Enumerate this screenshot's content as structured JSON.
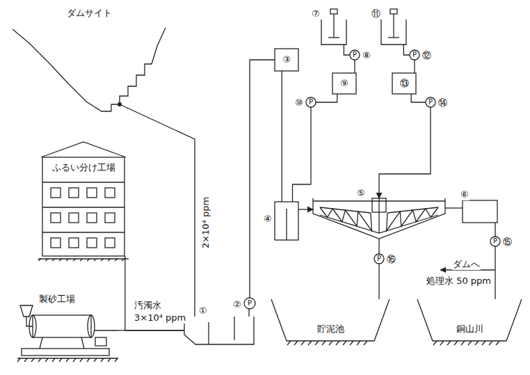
{
  "diagram": {
    "nodes": [
      {
        "text": [
          "ふるい分け工場"
        ]
      },
      {
        "text": [
          "製砂工場"
        ]
      },
      {
        "text": [
          "①"
        ]
      },
      {
        "text": [
          "P",
          "②"
        ]
      },
      {
        "text": [
          "③"
        ]
      },
      {
        "text": [
          "⑦"
        ]
      },
      {
        "text": [
          "P",
          "⑧"
        ]
      },
      {
        "text": [
          "⑨"
        ]
      },
      {
        "text": [
          "P",
          "⑩"
        ]
      },
      {
        "text": [
          "⑪"
        ]
      },
      {
        "text": [
          "P",
          "⑫"
        ]
      },
      {
        "text": [
          "⑬"
        ]
      },
      {
        "text": [
          "P",
          "⑭"
        ]
      },
      {
        "text": [
          "④"
        ]
      },
      {
        "text": [
          "⑤"
        ]
      },
      {
        "text": [
          "⑥"
        ]
      },
      {
        "text": [
          "P",
          "⑮"
        ]
      },
      {
        "text": [
          "P",
          "⑯"
        ]
      },
      {
        "text": [
          "貯泥池"
        ]
      },
      {
        "text": [
          "銅山川"
        ]
      }
    ],
    "edges": [
      {
        "from": 0,
        "to": 2,
        "arrow": "none"
      },
      {
        "from": 1,
        "to": 2,
        "arrow": "none"
      },
      {
        "from": 2,
        "to": 3,
        "arrow": "none"
      },
      {
        "from": 3,
        "to": 4,
        "arrow": "none"
      },
      {
        "from": 4,
        "to": 13,
        "arrow": "none"
      },
      {
        "from": 5,
        "to": 6,
        "arrow": "none"
      },
      {
        "from": 6,
        "to": 7,
        "arrow": "none"
      },
      {
        "from": 7,
        "to": 8,
        "arrow": "none"
      },
      {
        "from": 8,
        "to": 13,
        "arrow": "none"
      },
      {
        "from": 9,
        "to": 10,
        "arrow": "none"
      },
      {
        "from": 10,
        "to": 11,
        "arrow": "none"
      },
      {
        "from": 11,
        "to": 12,
        "arrow": "none"
      },
      {
        "from": 12,
        "to": 14,
        "arrow": "to"
      },
      {
        "from": 13,
        "to": 14,
        "arrow": "to"
      },
      {
        "from": 14,
        "to": 15,
        "arrow": "none"
      },
      {
        "from": 15,
        "to": 16,
        "arrow": "none"
      },
      {
        "from": 16,
        "to": 19,
        "arrow": "none"
      },
      {
        "from": 14,
        "to": 17,
        "arrow": "none"
      },
      {
        "from": 17,
        "to": 18,
        "arrow": "none"
      }
    ],
    "labels": [
      "ダムサイト",
      "2×10⁴ ppm",
      "汚濁水",
      "3×10⁴ ppm",
      "ダムへ",
      "処理水 50 ppm"
    ]
  }
}
